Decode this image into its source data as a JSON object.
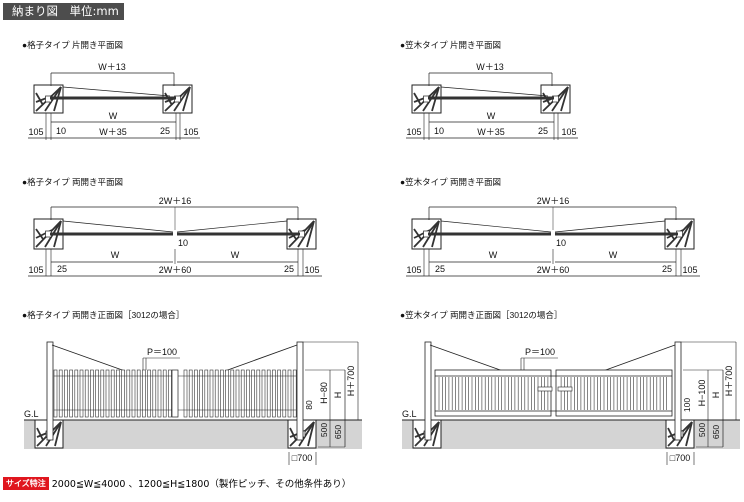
{
  "header": {
    "title": "納まり図　単位:mm"
  },
  "plans": [
    {
      "title": "●格子タイプ 片開き平面図",
      "type": "single",
      "top": "W＋13",
      "w": "W",
      "total": "W＋35",
      "left": "105",
      "gapL": "10",
      "gapR": "25",
      "right": "105"
    },
    {
      "title": "●笠木タイプ 片開き平面図",
      "type": "single",
      "top": "W＋13",
      "w": "W",
      "total": "W＋35",
      "left": "105",
      "gapL": "10",
      "gapR": "25",
      "right": "105"
    },
    {
      "title": "●格子タイプ 両開き平面図",
      "type": "double",
      "top": "2W＋16",
      "w": "W",
      "total": "2W＋60",
      "left": "105",
      "gapL": "25",
      "gapC": "10",
      "gapR": "25",
      "right": "105"
    },
    {
      "title": "●笠木タイプ 両開き平面図",
      "type": "double",
      "top": "2W＋16",
      "w": "W",
      "total": "2W＋60",
      "left": "105",
      "gapL": "25",
      "gapC": "10",
      "gapR": "25",
      "right": "105"
    }
  ],
  "elevations": [
    {
      "title": "●格子タイプ 両開き正面図［3012の場合］",
      "style": "lattice",
      "pitch": "P＝100",
      "gl": "G.L",
      "hTotal": "H＋700",
      "h": "H",
      "hInner": "H−80",
      "clear": "80",
      "depth1": "500",
      "depth2": "650",
      "footing": "□700"
    },
    {
      "title": "●笠木タイプ 両開き正面図［3012の場合］",
      "style": "kasagi",
      "pitch": "P＝100",
      "gl": "G.L",
      "hTotal": "H＋700",
      "h": "H",
      "hInner": "H−100",
      "clear": "100",
      "depth1": "500",
      "depth2": "650",
      "footing": "□700"
    }
  ],
  "footer": {
    "badge": "サイズ特注",
    "text": "2000≦W≦4000 、1200≦H≦1800（製作ピッチ、その他条件あり）"
  }
}
